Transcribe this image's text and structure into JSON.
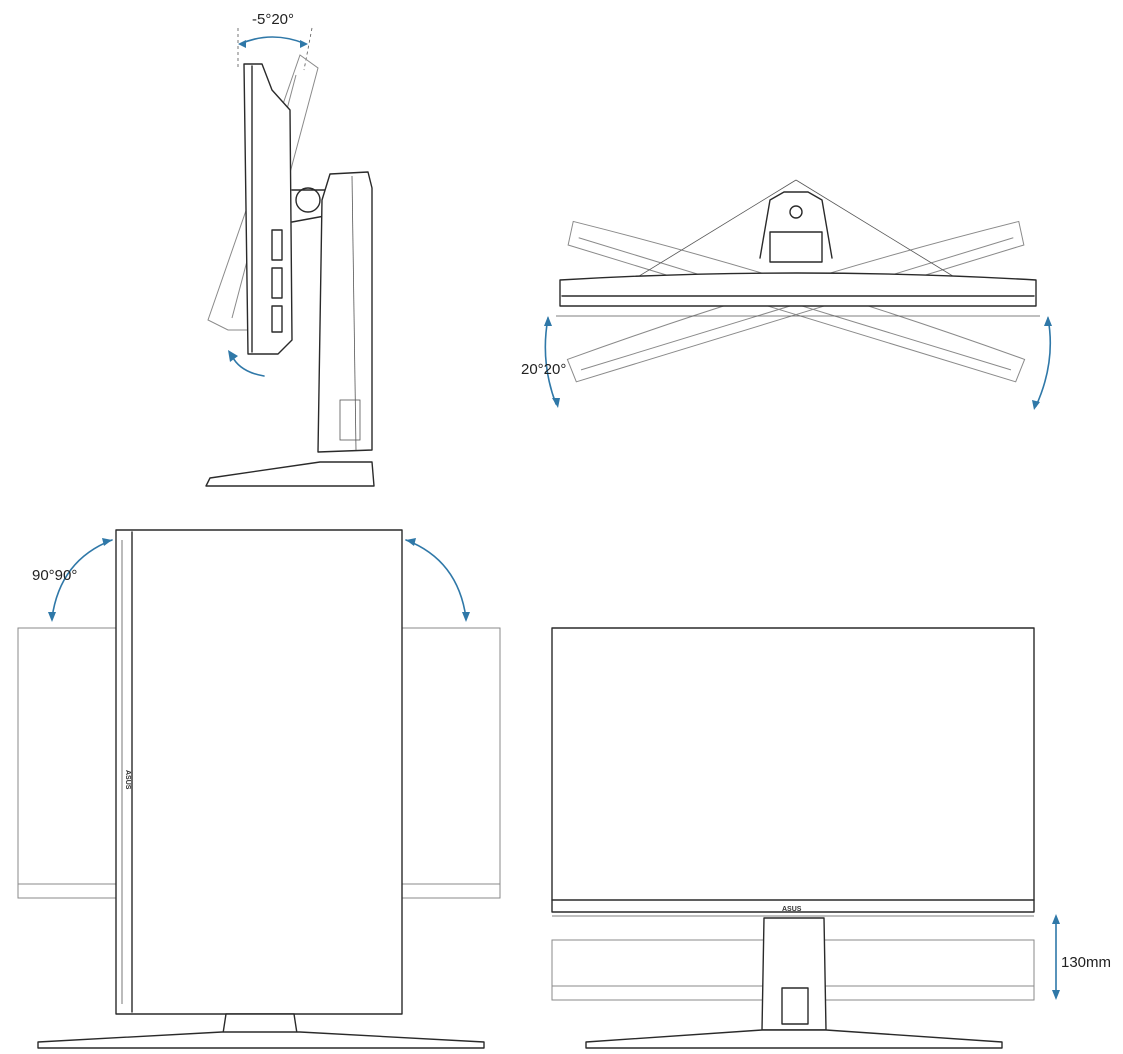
{
  "views": {
    "tilt": {
      "label": "-5°20°"
    },
    "swivel": {
      "label": "20°20°"
    },
    "pivot": {
      "label": "90°90°"
    },
    "height": {
      "label": "130mm"
    }
  },
  "brand": {
    "logo_text": "ASUS"
  },
  "colors": {
    "arrow": "#2f78a8",
    "line": "#2a2a2a"
  }
}
